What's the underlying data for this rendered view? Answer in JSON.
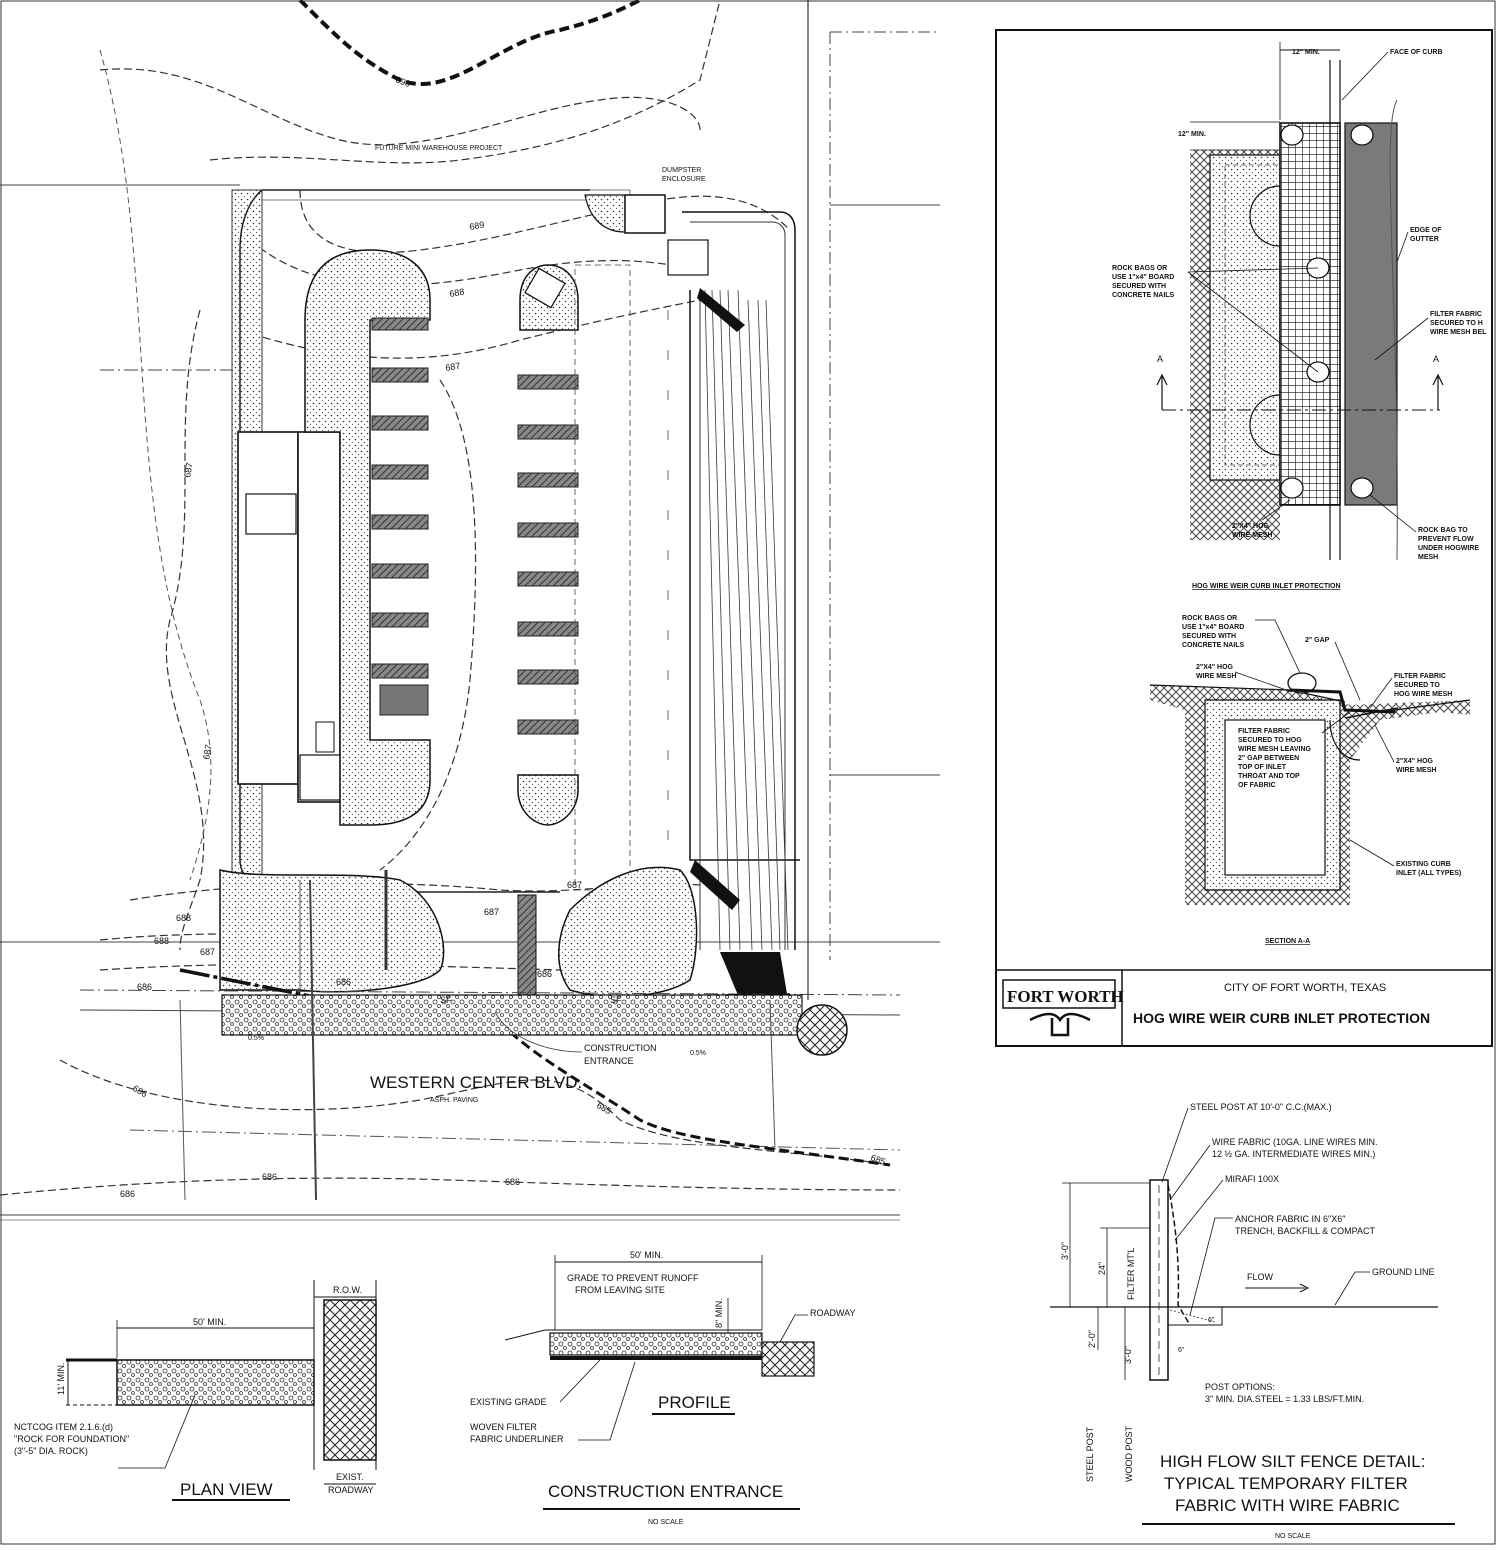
{
  "site_plan": {
    "future_project": "FUTURE MINI WAREHOUSE PROJECT",
    "dumpster": [
      "DUMPSTER",
      "ENCLOSURE"
    ],
    "street_name": "WESTERN CENTER BLVD.",
    "street_paving": "ASPH. PAVING",
    "construction_entrance": [
      "CONSTRUCTION",
      "ENTRANCE"
    ],
    "silt_fence_code": "SF",
    "slope_left": "0.5%",
    "slope_right": "0.5%",
    "contours": [
      "690",
      "689",
      "688",
      "687",
      "686",
      "685"
    ]
  },
  "hog_wire": {
    "top_dim": "12\" MIN.",
    "side_dim": "12\" MIN.",
    "face_of_curb": "FACE OF CURB",
    "edge_of_gutter": [
      "EDGE OF",
      "GUTTER"
    ],
    "rock_bags": [
      "ROCK BAGS OR",
      "USE 1\"x4\" BOARD",
      "SECURED WITH",
      "CONCRETE NAILS"
    ],
    "filter_fabric": [
      "FILTER FABRIC",
      "SECURED TO H",
      "WIRE MESH BEL"
    ],
    "section_mark": "A",
    "mesh": [
      "2\"X4\" HOG",
      "WIRE MESH"
    ],
    "rock_bag_prevent": [
      "ROCK BAG TO",
      "PREVENT FLOW",
      "UNDER HOGWIRE",
      "MESH"
    ],
    "plan_title": "HOG WIRE WEIR CURB INLET PROTECTION",
    "sec_rock_bags": [
      "ROCK BAGS OR",
      "USE 1\"x4\" BOARD",
      "SECURED WITH",
      "CONCRETE NAILS"
    ],
    "gap": "2\" GAP",
    "sec_mesh": [
      "2\"X4\" HOG",
      "WIRE MESH"
    ],
    "sec_filter_right": [
      "FILTER FABRIC",
      "SECURED TO",
      "HOG WIRE MESH"
    ],
    "sec_filter_inside": [
      "FILTER FABRIC",
      "SECURED TO HOG",
      "WIRE MESH LEAVING",
      "2\" GAP BETWEEN",
      "TOP OF INLET",
      "THROAT AND TOP",
      "OF FABRIC"
    ],
    "sec_mesh_right": [
      "2\"X4\" HOG",
      "WIRE MESH"
    ],
    "existing_inlet": [
      "EXISTING CURB",
      "INLET (ALL TYPES)"
    ],
    "section_title": "SECTION A-A",
    "logo": "FORT WORTH",
    "city": "CITY OF FORT WORTH, TEXAS",
    "title": "HOG WIRE WEIR CURB INLET PROTECTION"
  },
  "construction_entrance": {
    "row": "R.O.W.",
    "plan_len": "50' MIN.",
    "width": "11' MIN.",
    "nctcog": [
      "NCTCOG ITEM 2.1.6.(d)",
      "\"ROCK FOR FOUNDATION\"",
      "(3\"-5\" DIA. ROCK)"
    ],
    "plan_view": "PLAN VIEW",
    "exist": "EXIST.",
    "roadway_small": "ROADWAY",
    "profile_len": "50' MIN.",
    "grade": [
      "GRADE TO PREVENT RUNOFF",
      "FROM LEAVING SITE"
    ],
    "depth": "8\" MIN.",
    "roadway": "ROADWAY",
    "existing_grade": "EXISTING GRADE",
    "woven": [
      "WOVEN FILTER",
      "FABRIC UNDERLINER"
    ],
    "profile": "PROFILE",
    "title": "CONSTRUCTION ENTRANCE",
    "no_scale": "NO SCALE"
  },
  "silt_fence": {
    "steel_post": "STEEL POST AT 10'-0\" C.C.(MAX.)",
    "wire_fabric": [
      "WIRE FABRIC (10GA. LINE WIRES MIN.",
      "12 ½ GA. INTERMEDIATE WIRES MIN.)"
    ],
    "mirafi": "MIRAFI 100X",
    "anchor": [
      "ANCHOR FABRIC IN 6\"X6\"",
      "TRENCH, BACKFILL & COMPACT"
    ],
    "flow": "FLOW",
    "ground_line": "GROUND LINE",
    "dim_3": "3'-0\"",
    "dim_24": "24\"",
    "filter_mt": "FILTER MT'L",
    "dim_2": "2'-0\"",
    "dim_3b": "3'-0\"",
    "dim_6a": "6\"",
    "dim_6b": "6\"",
    "post_options": [
      "POST OPTIONS:",
      "3\" MIN. DIA.STEEL = 1.33 LBS/FT.MIN."
    ],
    "steel_post_label": "STEEL POST",
    "wood_post_label": "WOOD POST",
    "title": [
      "HIGH FLOW SILT FENCE DETAIL:",
      "TYPICAL TEMPORARY FILTER",
      "FABRIC WITH WIRE FABRIC"
    ],
    "no_scale": "NO SCALE"
  }
}
